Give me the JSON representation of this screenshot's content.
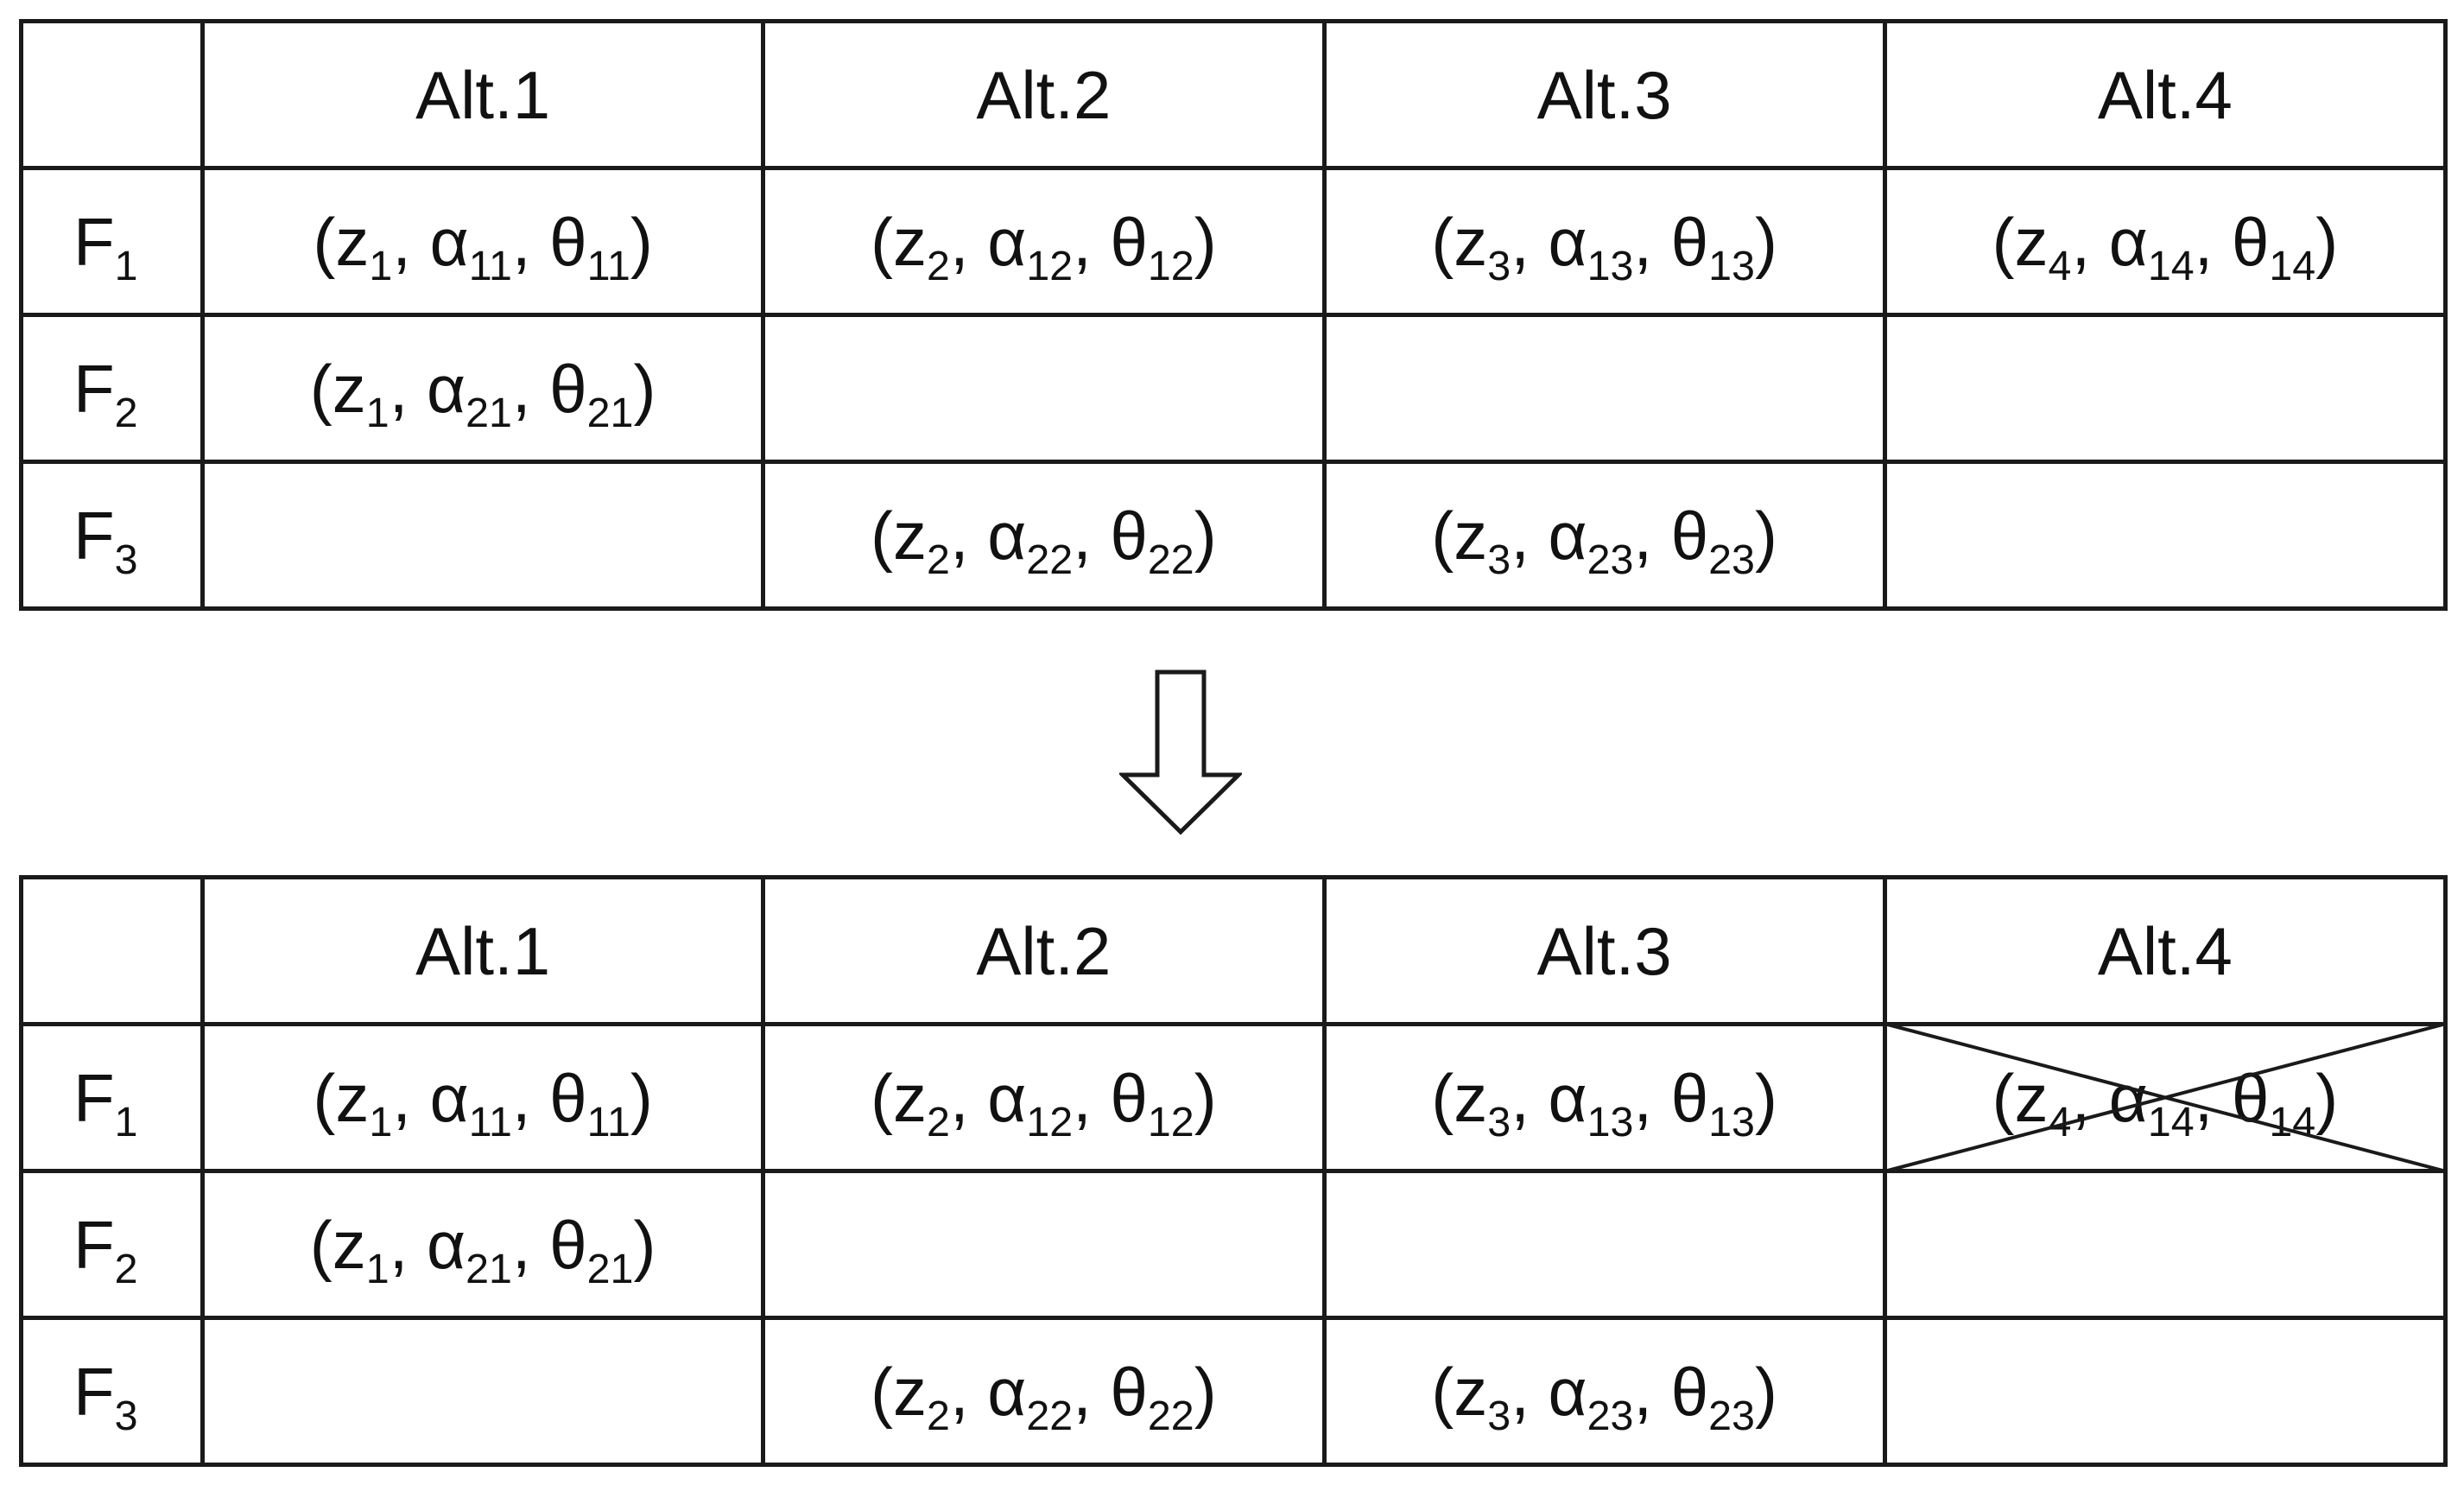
{
  "tables": [
    {
      "id": "before",
      "columns": [
        "",
        "Alt.1",
        "Alt.2",
        "Alt.3",
        "Alt.4"
      ],
      "rows": [
        {
          "label": {
            "base": "F",
            "sub": "1"
          },
          "cells": [
            {
              "z": "1",
              "a": "11",
              "t": "11"
            },
            {
              "z": "2",
              "a": "12",
              "t": "12"
            },
            {
              "z": "3",
              "a": "13",
              "t": "13"
            },
            {
              "z": "4",
              "a": "14",
              "t": "14"
            }
          ]
        },
        {
          "label": {
            "base": "F",
            "sub": "2"
          },
          "cells": [
            {
              "z": "1",
              "a": "21",
              "t": "21"
            },
            null,
            null,
            null
          ]
        },
        {
          "label": {
            "base": "F",
            "sub": "3"
          },
          "cells": [
            null,
            {
              "z": "2",
              "a": "22",
              "t": "22"
            },
            {
              "z": "3",
              "a": "23",
              "t": "23"
            },
            null
          ]
        }
      ]
    },
    {
      "id": "after",
      "columns": [
        "",
        "Alt.1",
        "Alt.2",
        "Alt.3",
        "Alt.4"
      ],
      "rows": [
        {
          "label": {
            "base": "F",
            "sub": "1"
          },
          "cells": [
            {
              "z": "1",
              "a": "11",
              "t": "11"
            },
            {
              "z": "2",
              "a": "12",
              "t": "12"
            },
            {
              "z": "3",
              "a": "13",
              "t": "13"
            },
            {
              "z": "4",
              "a": "14",
              "t": "14",
              "crossed_out": true
            }
          ]
        },
        {
          "label": {
            "base": "F",
            "sub": "2"
          },
          "cells": [
            {
              "z": "1",
              "a": "21",
              "t": "21"
            },
            null,
            null,
            null
          ]
        },
        {
          "label": {
            "base": "F",
            "sub": "3"
          },
          "cells": [
            null,
            {
              "z": "2",
              "a": "22",
              "t": "22"
            },
            {
              "z": "3",
              "a": "23",
              "t": "23"
            },
            null
          ]
        }
      ]
    }
  ],
  "arrow_icon": "down-arrow-icon",
  "colors": {
    "line": "#1a1a1a",
    "text": "#111111",
    "background": "#ffffff"
  }
}
